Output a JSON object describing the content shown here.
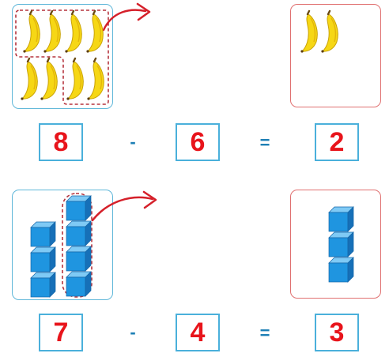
{
  "colors": {
    "blue_frame": "#5fb7d9",
    "red_frame": "#e07070",
    "number_red": "#e8141b",
    "operator_blue": "#1d7fb5",
    "arrow_red": "#d5202a",
    "dashed_red": "#b5333d",
    "banana_yellow": "#f6d715",
    "cube_blue": "#1f95e0"
  },
  "problem_bananas": {
    "icons": {
      "item": "banana-icon",
      "arrow": "curved-arrow-icon"
    },
    "total_items": 8,
    "removed_items": 6,
    "remaining_items": 2,
    "minuend": "8",
    "minus": "-",
    "subtrahend": "6",
    "equals": "=",
    "result": "2"
  },
  "problem_cubes": {
    "icons": {
      "item": "cube-icon",
      "arrow": "curved-arrow-icon"
    },
    "total_items": 7,
    "removed_items": 4,
    "remaining_items": 3,
    "minuend": "7",
    "minus": "-",
    "subtrahend": "4",
    "equals": "=",
    "result": "3"
  }
}
